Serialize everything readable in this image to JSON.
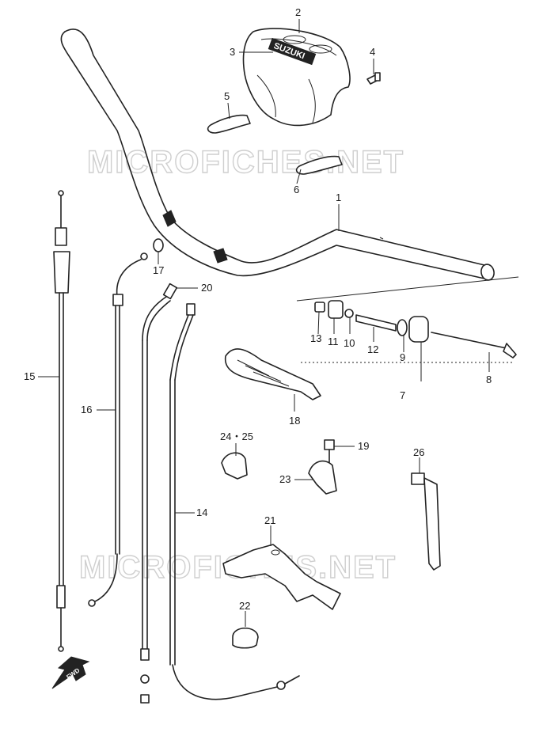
{
  "watermark": "MICROFICHES.NET",
  "logo_text": "SUZUKI",
  "fwd_text": "FWD",
  "labels": {
    "p1": "1",
    "p2": "2",
    "p3": "3",
    "p4": "4",
    "p5": "5",
    "p6": "6",
    "p7": "7",
    "p8": "8",
    "p9": "9",
    "p10": "10",
    "p11": "11",
    "p12": "12",
    "p13": "13",
    "p14": "14",
    "p15": "15",
    "p16": "16",
    "p17": "17",
    "p18": "18",
    "p19": "19",
    "p20": "20",
    "p21": "21",
    "p22": "22",
    "p23": "23",
    "p24_25": "24・25",
    "p26": "26"
  }
}
